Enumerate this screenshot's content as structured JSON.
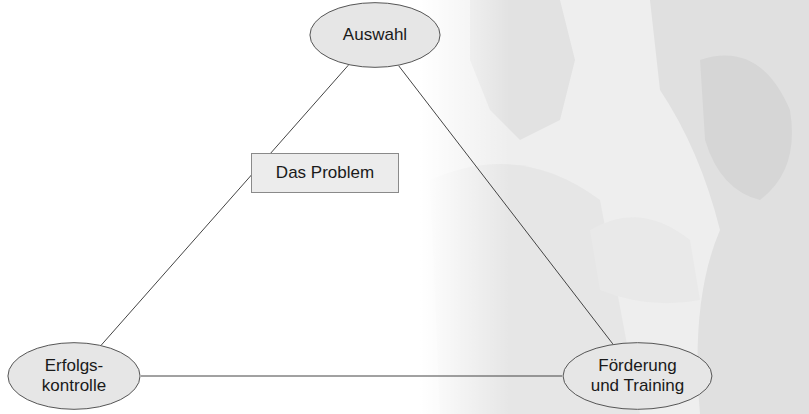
{
  "diagram": {
    "nodes": [
      {
        "text": [
          "Auswahl"
        ]
      },
      {
        "text": [
          "Das Problem"
        ]
      },
      {
        "text": [
          "Erfolgs- kontrolle"
        ]
      },
      {
        "text": [
          "Förderung und Training"
        ]
      }
    ],
    "edges": [
      {
        "from": 0,
        "to": 2,
        "arrow": "none"
      },
      {
        "from": 0,
        "to": 3,
        "arrow": "none"
      },
      {
        "from": 2,
        "to": 3,
        "arrow": "none"
      }
    ]
  }
}
